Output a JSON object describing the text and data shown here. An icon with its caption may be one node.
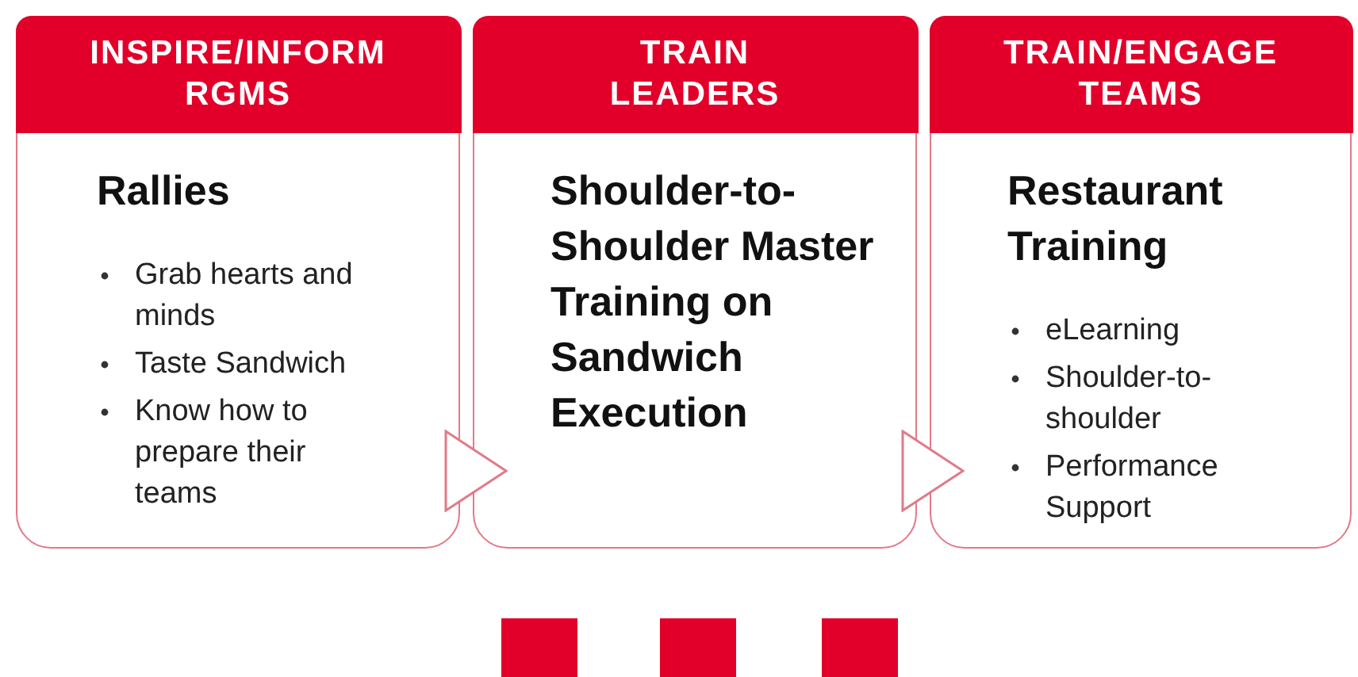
{
  "diagram": {
    "nodes": [
      {
        "text": [
          "INSPIRE/INFORM RGMS",
          "Rallies",
          "Grab hearts and minds",
          "Taste Sandwich",
          "Know how to prepare their teams"
        ]
      },
      {
        "text": [
          "TRAIN LEADERS",
          "Shoulder-to-Shoulder Master Training on Sandwich Execution"
        ]
      },
      {
        "text": [
          "TRAIN/ENGAGE TEAMS",
          "Restaurant Training",
          "eLearning",
          "Shoulder-to-shoulder",
          "Performance Support"
        ]
      }
    ],
    "edges": [
      {
        "from": 0,
        "to": 1,
        "arrow": "to"
      },
      {
        "from": 1,
        "to": 2,
        "arrow": "to"
      }
    ]
  }
}
